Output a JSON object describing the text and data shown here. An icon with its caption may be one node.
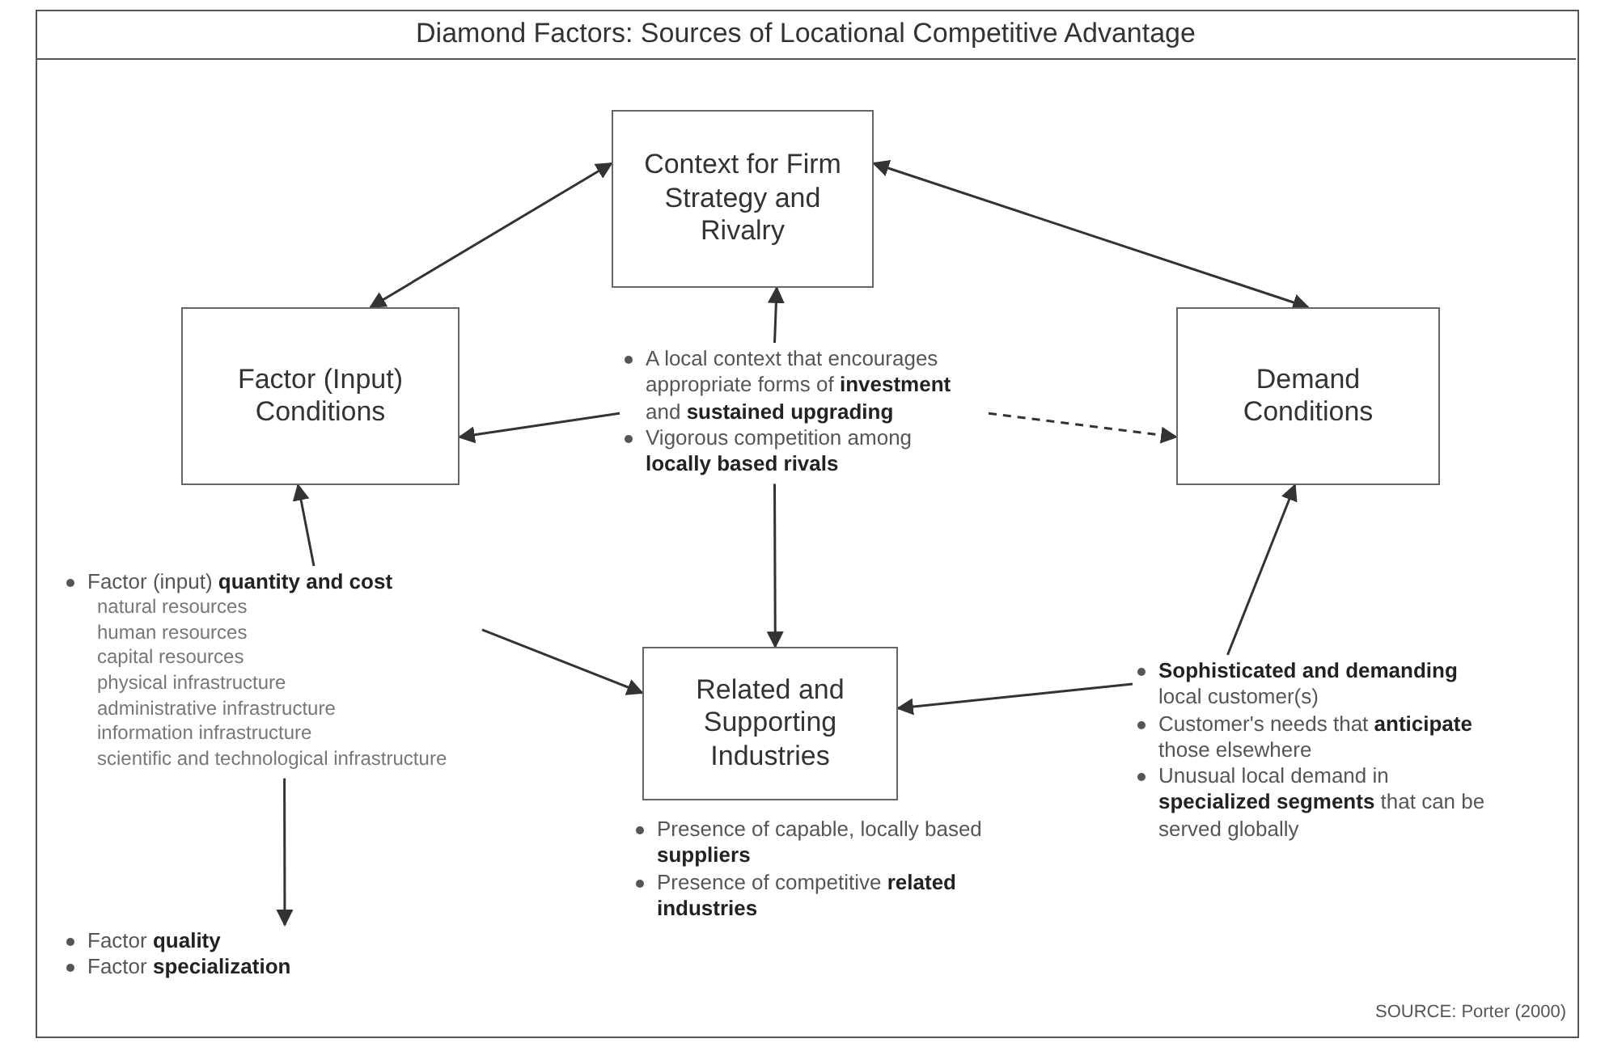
{
  "diagram": {
    "title": "Diamond Factors: Sources of Locational Competitive Advantage",
    "nodes": [
      {
        "text": [
          "Context for Firm Strategy and Rivalry"
        ]
      },
      {
        "text": [
          "Factor (Input) Conditions"
        ]
      },
      {
        "text": [
          "Demand Conditions"
        ]
      },
      {
        "text": [
          "Related and Supporting Industries"
        ]
      },
      {
        "text": [
          "A local context that encourages appropriate forms of **investment** and **sustained upgrading**",
          "Vigorous competition among **locally based rivals**"
        ]
      },
      {
        "text": [
          "Factor (input) **quantity and cost**",
          "natural resources",
          "human resources",
          "capital resources",
          "physical infrastructure",
          "administrative infrastructure",
          "information infrastructure",
          "scientific and technological infrastructure"
        ]
      },
      {
        "text": [
          "Factor **quality**",
          "Factor **specialization**"
        ]
      },
      {
        "text": [
          "**Sophisticated and demanding** local customer(s)",
          "Customer's needs that **anticipate** those elsewhere",
          "Unusual local demand in **specialized segments** that can be served globally"
        ]
      },
      {
        "text": [
          "Presence of capable, locally based **suppliers**",
          "Presence of competitive **related industries**"
        ]
      }
    ],
    "edges": [
      {
        "from": 0,
        "to": 1,
        "arrow": "both"
      },
      {
        "from": 0,
        "to": 2,
        "arrow": "both"
      },
      {
        "from": 4,
        "to": 0,
        "arrow": "to"
      },
      {
        "from": 4,
        "to": 1,
        "arrow": "to"
      },
      {
        "from": 4,
        "to": 2,
        "arrow": "to",
        "style": "dashed"
      },
      {
        "from": 4,
        "to": 3,
        "arrow": "to"
      },
      {
        "from": 5,
        "to": 1,
        "arrow": "to"
      },
      {
        "from": 5,
        "to": 3,
        "arrow": "to"
      },
      {
        "from": 5,
        "to": 6,
        "arrow": "to"
      },
      {
        "from": 7,
        "to": 2,
        "arrow": "to"
      },
      {
        "from": 7,
        "to": 3,
        "arrow": "to"
      }
    ],
    "labels": [
      "SOURCE: Porter (2000)"
    ]
  }
}
